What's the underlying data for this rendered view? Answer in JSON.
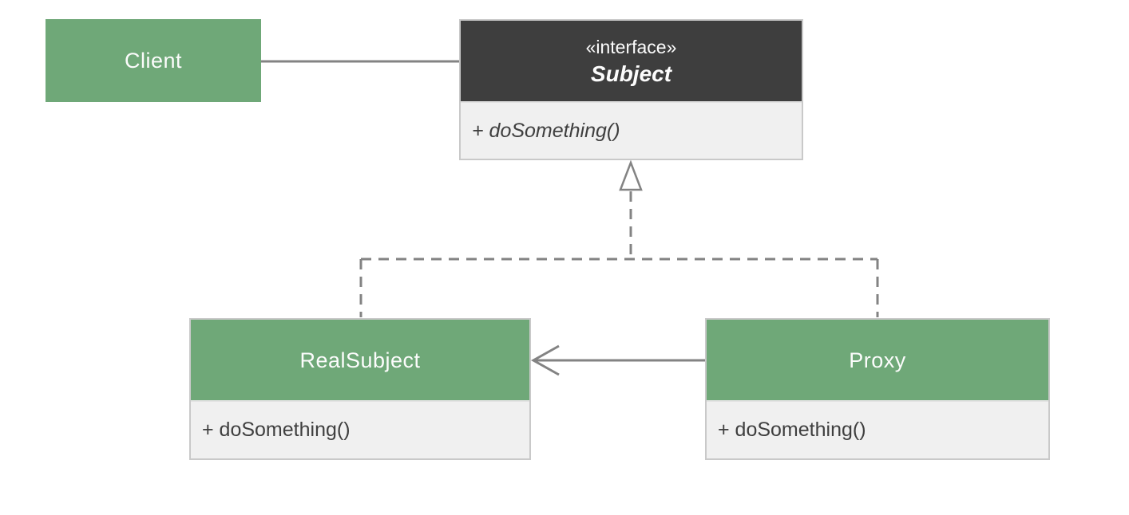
{
  "colors": {
    "node_green": "#6fa878",
    "node_dark": "#3e3e3e",
    "compartment_light": "#f0f0f0",
    "compartment_border": "#c9c9c9",
    "connector_gray": "#838383",
    "text_on_fill": "#fcfcfc",
    "text_method": "#3f3f3f"
  },
  "nodes": {
    "client": {
      "name": "Client"
    },
    "subject": {
      "stereotype": "«interface»",
      "name": "Subject",
      "methods": [
        "+ doSomething()"
      ]
    },
    "real_subject": {
      "name": "RealSubject",
      "methods": [
        "+ doSomething()"
      ]
    },
    "proxy": {
      "name": "Proxy",
      "methods": [
        "+ doSomething()"
      ]
    }
  },
  "relationships": [
    {
      "type": "association",
      "from": "Client",
      "to": "Subject",
      "style": "solid"
    },
    {
      "type": "realization",
      "from": "RealSubject",
      "to": "Subject",
      "style": "dashed-hollow-triangle"
    },
    {
      "type": "realization",
      "from": "Proxy",
      "to": "Subject",
      "style": "dashed-hollow-triangle"
    },
    {
      "type": "association",
      "from": "Proxy",
      "to": "RealSubject",
      "style": "solid-open-arrow"
    }
  ]
}
